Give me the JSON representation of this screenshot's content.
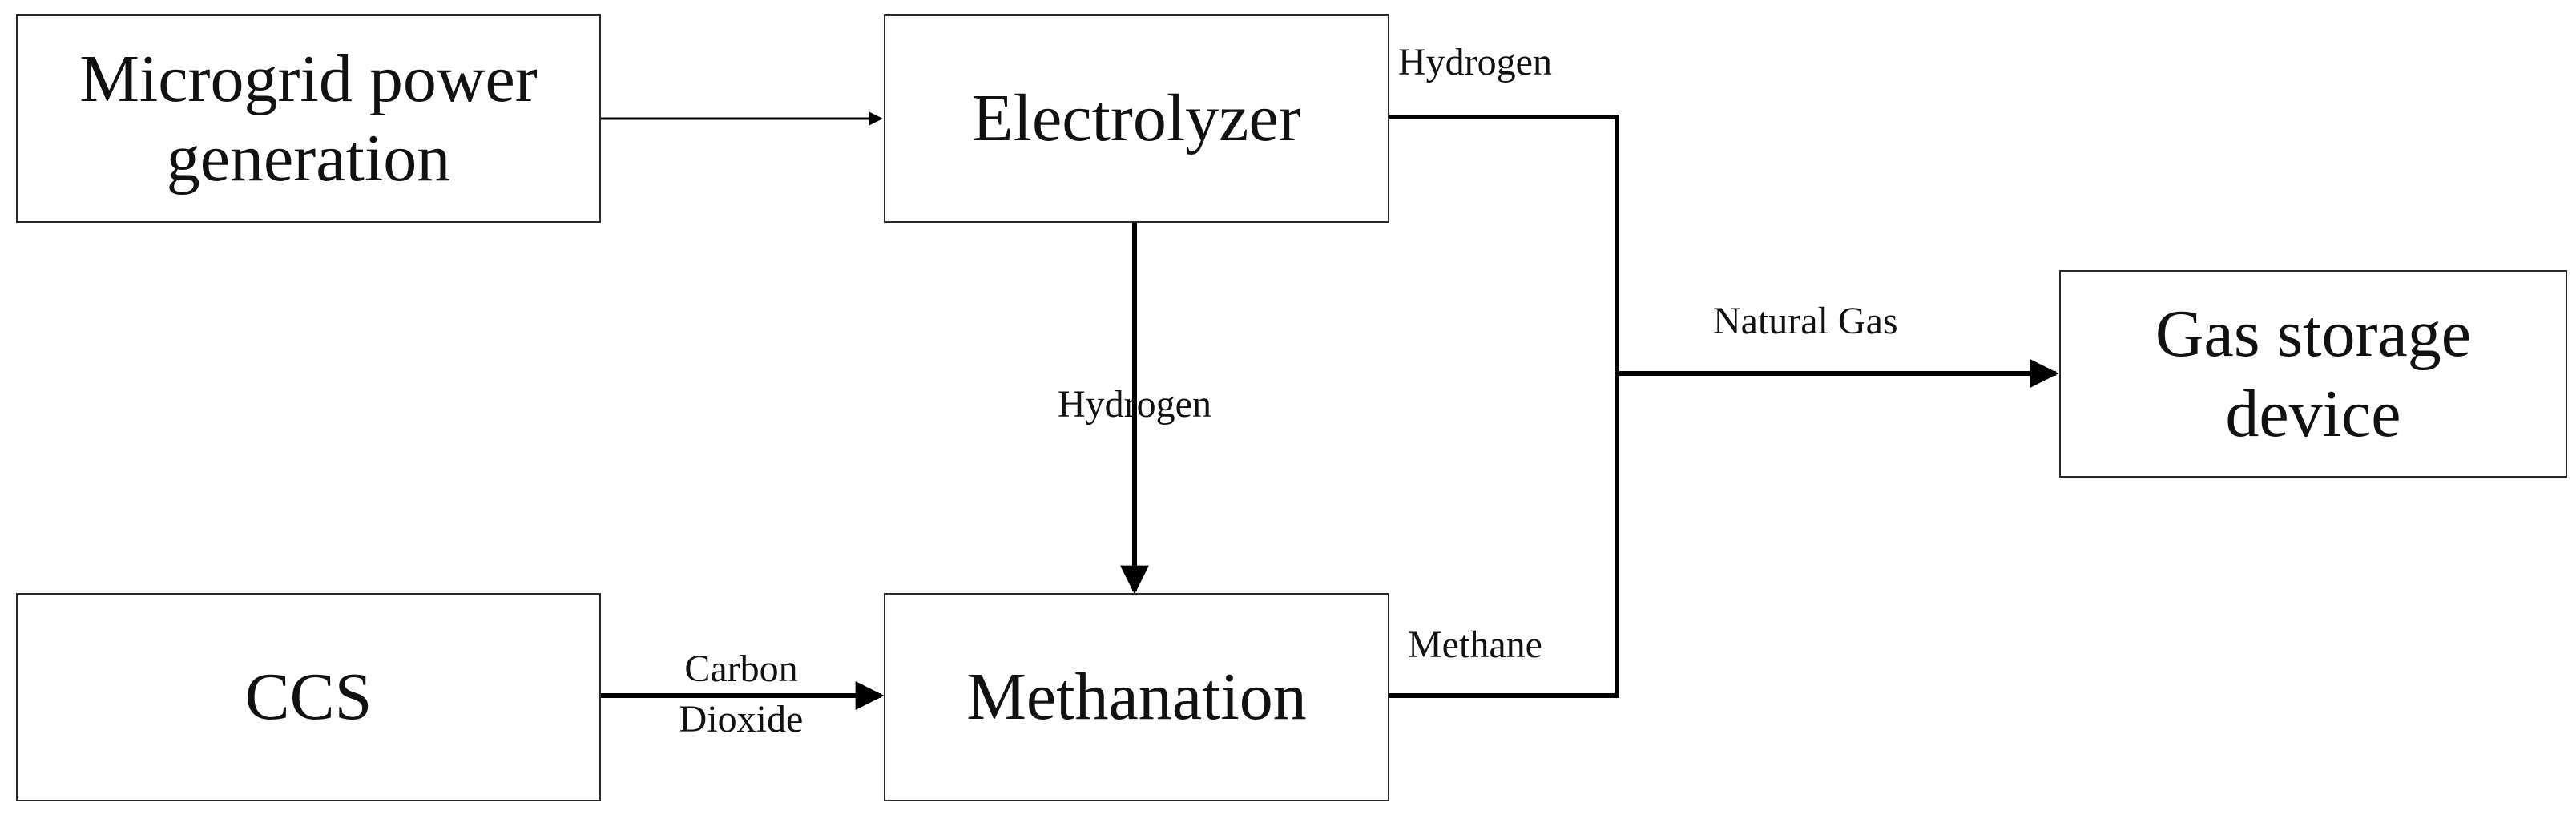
{
  "boxes": {
    "microgrid": "Microgrid power\ngeneration",
    "electrolyzer": "Electrolyzer",
    "ccs": "CCS",
    "methanation": "Methanation",
    "gas_storage": "Gas storage\ndevice"
  },
  "labels": {
    "hydrogen_top": "Hydrogen",
    "hydrogen_down": "Hydrogen",
    "carbon_dioxide": "Carbon\nDioxide",
    "methane": "Methane",
    "natural_gas": "Natural Gas"
  },
  "colors": {
    "line": "#000000",
    "border": "#2a2a2a"
  }
}
